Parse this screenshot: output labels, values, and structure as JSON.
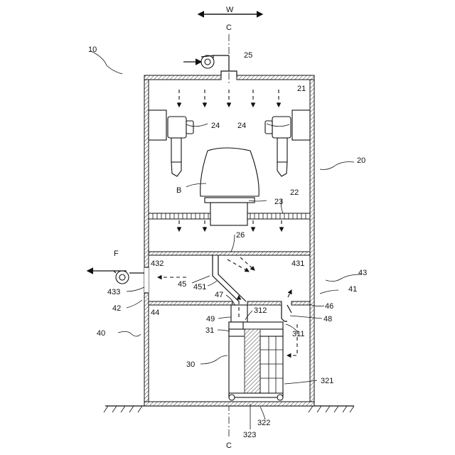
{
  "labels": {
    "W": "W",
    "C_top": "C",
    "C_bottom": "C",
    "F": "F",
    "B": "B",
    "n10": "10",
    "n20": "20",
    "n21": "21",
    "n22": "22",
    "n23": "23",
    "n24_left": "24",
    "n24_right": "24",
    "n25": "25",
    "n26": "26",
    "n30": "30",
    "n31": "31",
    "n311": "311",
    "n312": "312",
    "n321": "321",
    "n322": "322",
    "n323": "323",
    "n40": "40",
    "n41": "41",
    "n42": "42",
    "n43": "43",
    "n431": "431",
    "n432": "432",
    "n433": "433",
    "n44": "44",
    "n45": "45",
    "n451": "451",
    "n46": "46",
    "n47": "47",
    "n48": "48",
    "n49": "49"
  }
}
